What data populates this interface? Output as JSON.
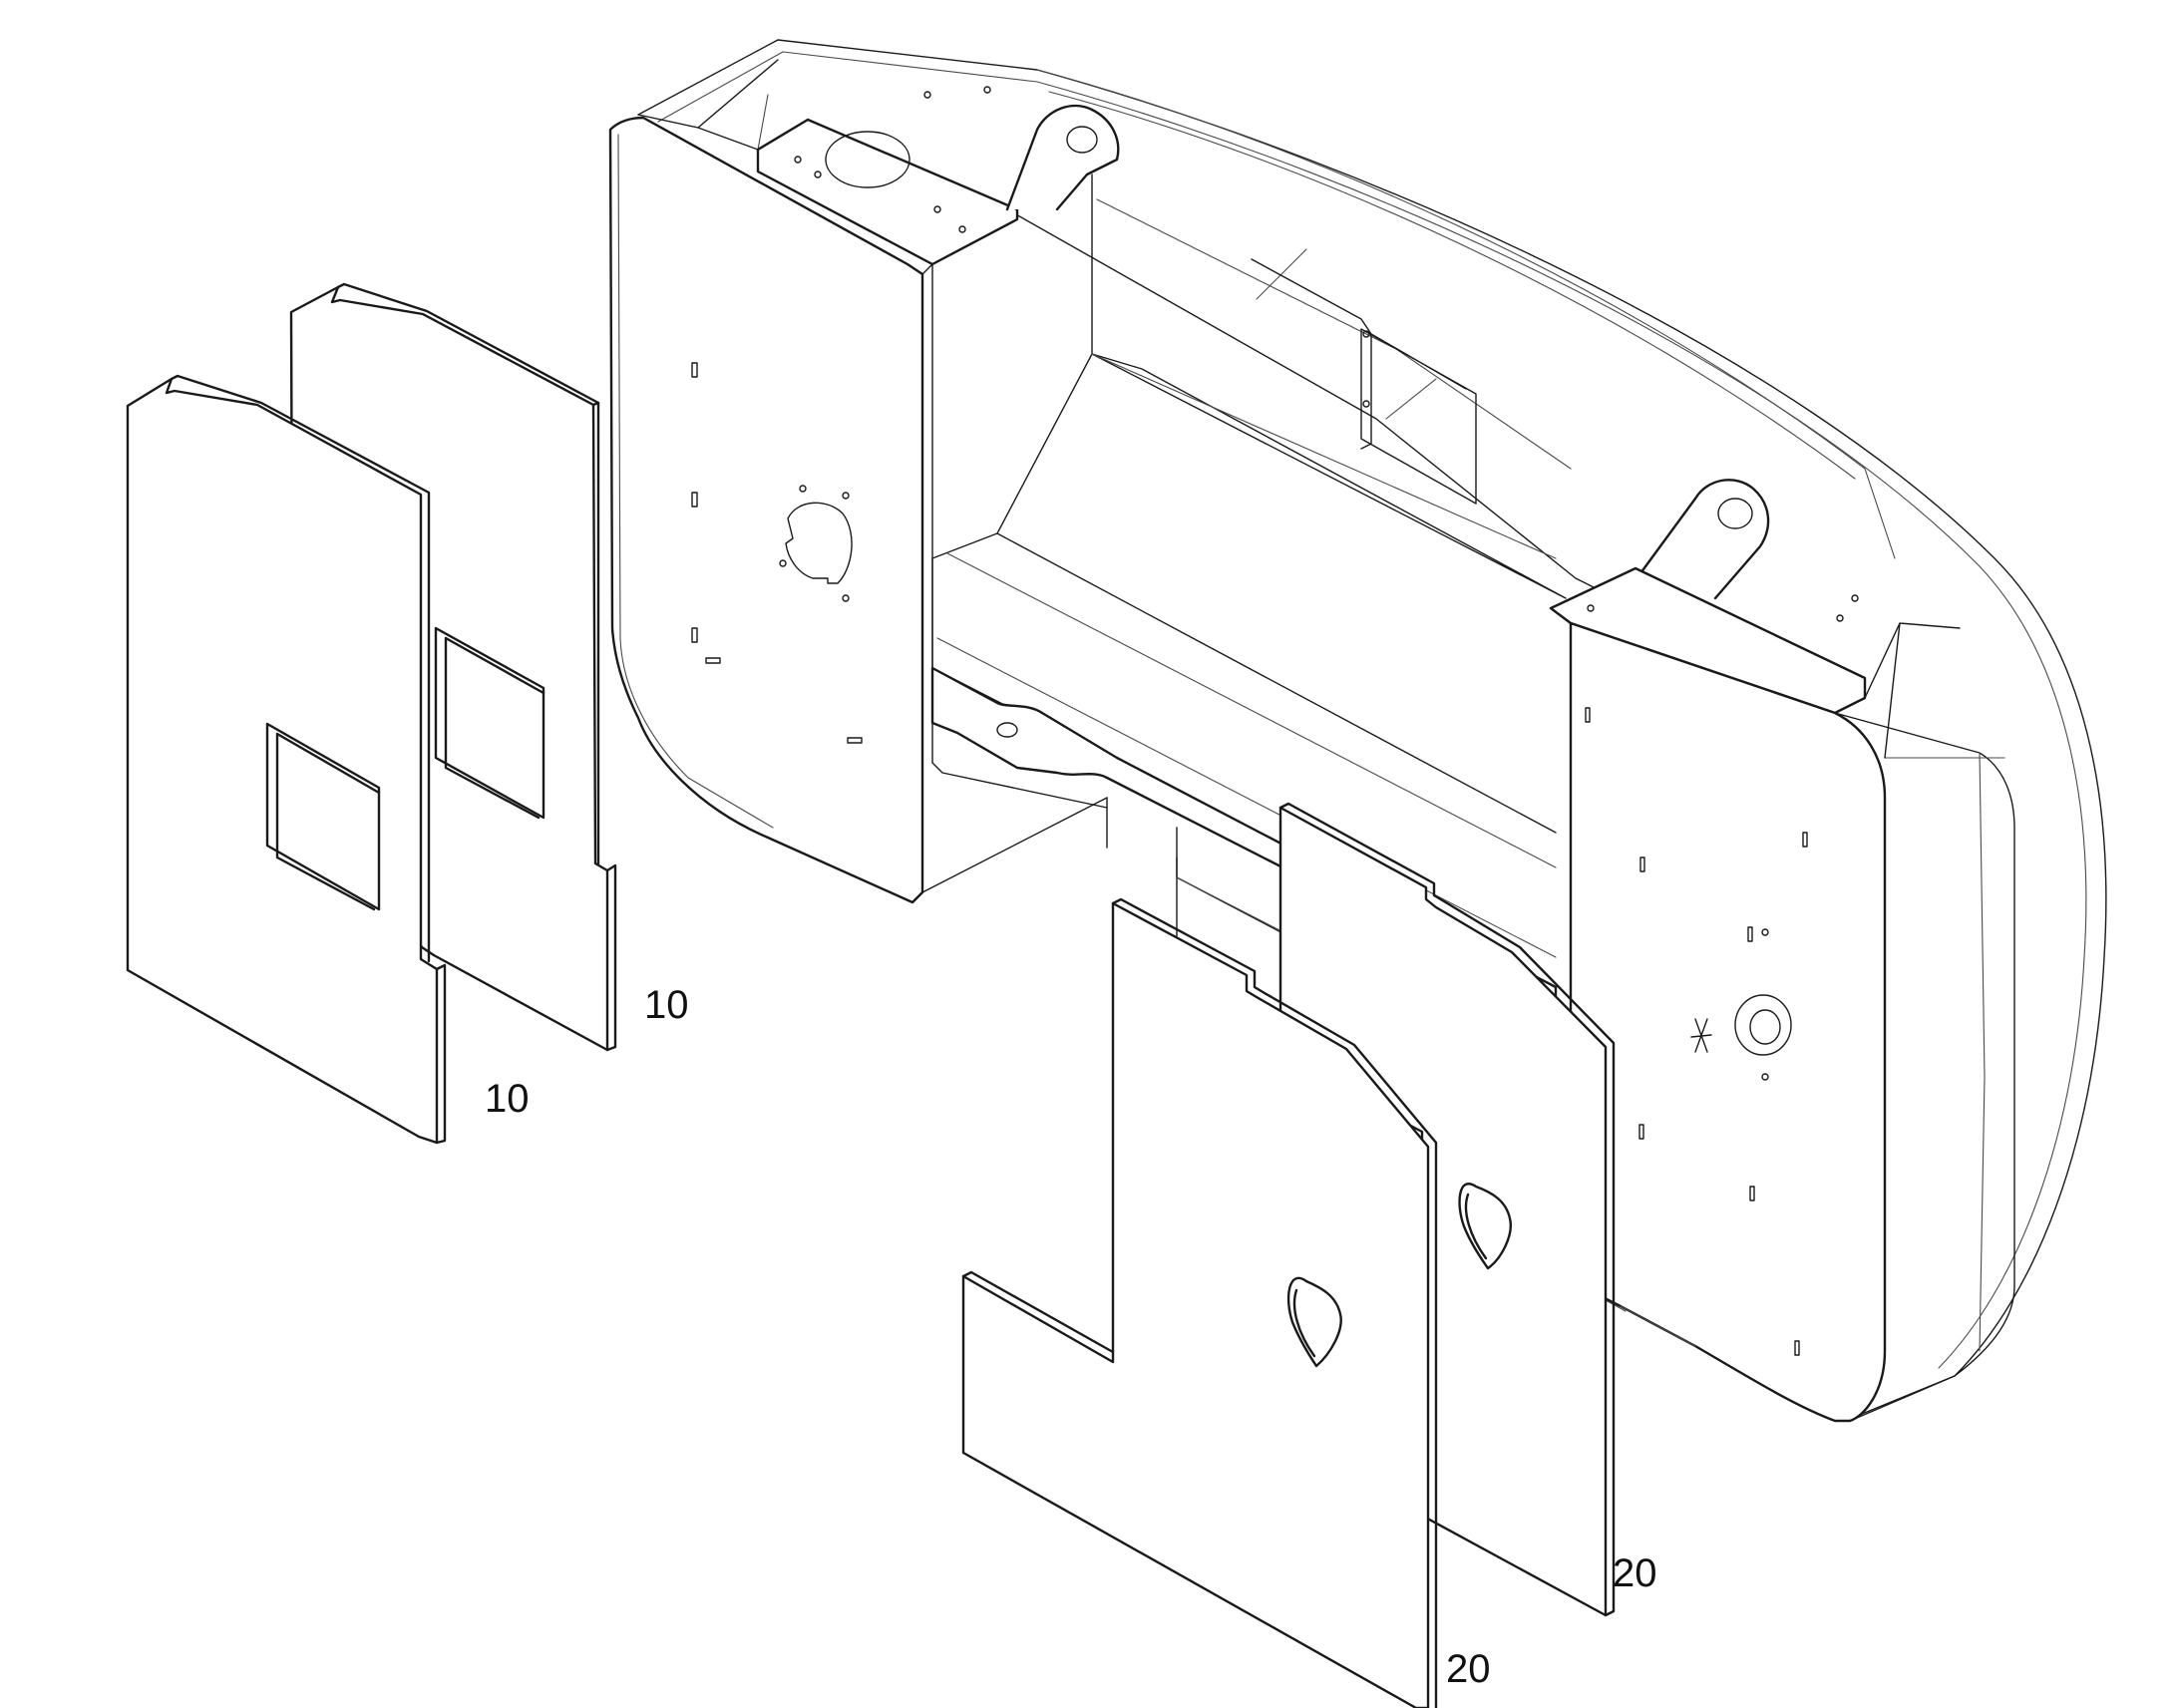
{
  "callouts": {
    "part_10_upper": "10",
    "part_10_lower": "10",
    "part_20_upper": "20",
    "part_20_lower": "20"
  },
  "colors": {
    "line": "#1a1a1a",
    "background": "#ffffff"
  }
}
